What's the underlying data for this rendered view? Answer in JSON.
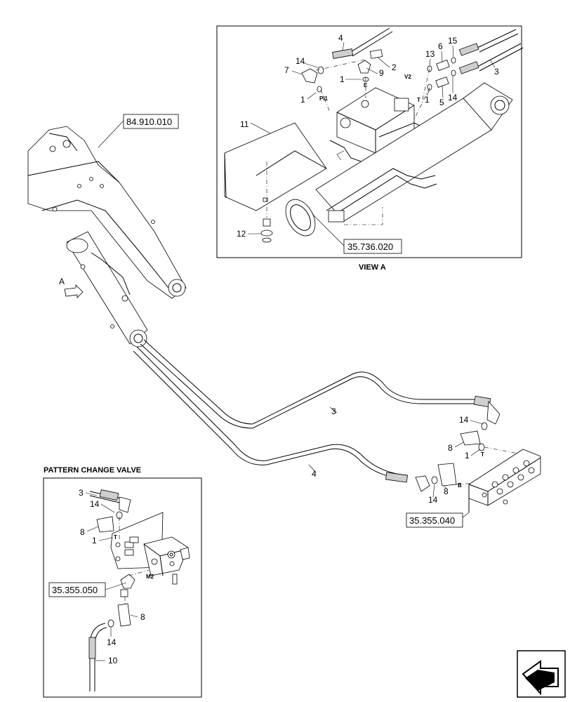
{
  "references": {
    "boom": "84.910.010",
    "cylinder": "35.736.020",
    "control_valve": "35.355.040",
    "pattern_valve": "35.355.050"
  },
  "titles": {
    "view_a": "VIEW A",
    "pattern_change_valve": "PATTERN CHANGE VALVE"
  },
  "view_arrow_label": "A",
  "port_labels": {
    "pi1": "PI1",
    "e": "E",
    "v2": "V2",
    "t_view": "T",
    "t_valve": "T",
    "b": "B",
    "t_pattern": "T",
    "m2": "M2"
  },
  "callouts": {
    "va_4": "4",
    "va_14a": "14",
    "va_2": "2",
    "va_7": "7",
    "va_9": "9",
    "va_1a": "1",
    "va_1b": "1",
    "va_11": "11",
    "va_12": "12",
    "va_13": "13",
    "va_6": "6",
    "va_15": "15",
    "va_3": "3",
    "va_1c": "1",
    "va_5": "5",
    "va_14b": "14",
    "main_3": "3",
    "main_4": "4",
    "main_14a": "14",
    "main_8a": "8",
    "main_1": "1",
    "main_14b": "14",
    "main_8b": "8",
    "pc_3": "3",
    "pc_14a": "14",
    "pc_8a": "8",
    "pc_1": "1",
    "pc_8b": "8",
    "pc_14b": "14",
    "pc_10": "10"
  }
}
